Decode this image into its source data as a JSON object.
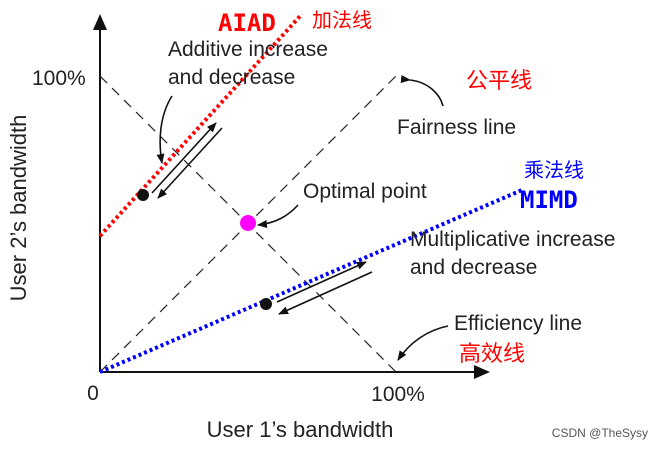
{
  "colors": {
    "aiad": "#ff0000",
    "mimd": "#0000ff",
    "optimal": "#ff00ff",
    "ink": "#222222"
  },
  "axes": {
    "x_label": "User 1’s bandwidth",
    "y_label": "User 2’s bandwidth",
    "origin_label": "0",
    "x_max_label": "100%",
    "y_max_label": "100%"
  },
  "lines": {
    "fairness": "Fairness line",
    "efficiency": "Efficiency line",
    "fairness_cn": "公平线",
    "efficiency_cn": "高效线"
  },
  "aiad": {
    "code": "AIAD",
    "cn": "加法线",
    "desc_line1": "Additive increase",
    "desc_line2": "and decrease"
  },
  "mimd": {
    "code": "MIMD",
    "cn": "乘法线",
    "desc_line1": "Multiplicative increase",
    "desc_line2": "and decrease"
  },
  "optimal_point": "Optimal point",
  "watermark": "CSDN @TheSysy"
}
